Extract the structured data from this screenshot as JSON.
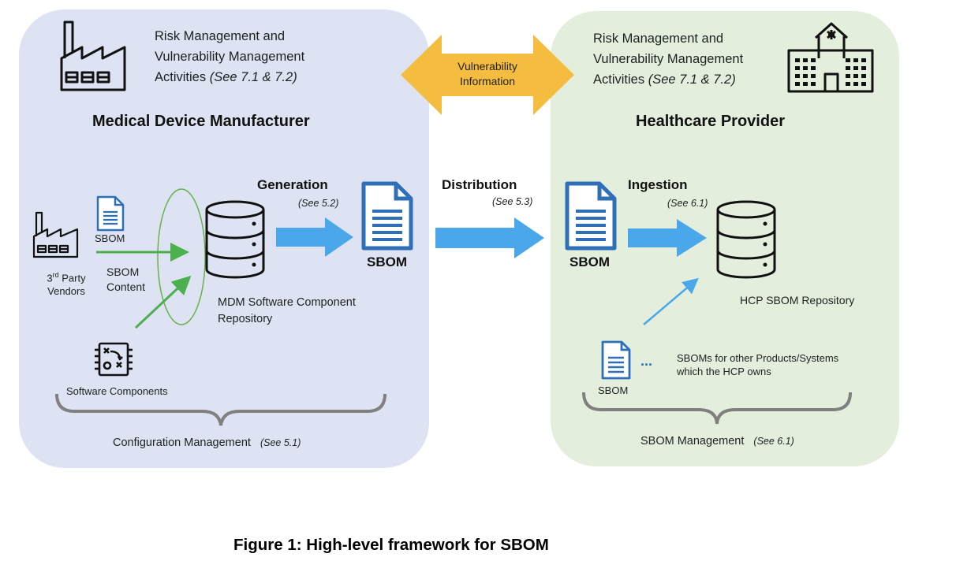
{
  "manufacturer": {
    "risk_line1": "Risk Management and",
    "risk_line2": "Vulnerability Management",
    "risk_line3": "Activities",
    "risk_ref": "(See 7.1 & 7.2)",
    "title": "Medical Device Manufacturer",
    "vendor_sbom_label": "SBOM",
    "vendors_sup": "rd",
    "vendors_label_pre": "3",
    "vendors_label_post": " Party",
    "vendors_label_line2": "Vendors",
    "sbom_content_line1": "SBOM",
    "sbom_content_line2": "Content",
    "software_components": "Software Components",
    "generation": "Generation",
    "generation_ref": "(See 5.2)",
    "repo_line1": "MDM Software Component",
    "repo_line2": "Repository",
    "sbom_doc_label": "SBOM",
    "config_mgmt": "Configuration Management",
    "config_ref": "(See 5.1)"
  },
  "exchange": {
    "vuln_line1": "Vulnerability",
    "vuln_line2": "Information",
    "distribution": "Distribution",
    "distribution_ref": "(See 5.3)"
  },
  "provider": {
    "risk_line1": "Risk Management and",
    "risk_line2": "Vulnerability Management",
    "risk_line3": "Activities",
    "risk_ref": "(See 7.1 & 7.2)",
    "title": "Healthcare Provider",
    "ingestion": "Ingestion",
    "ingestion_ref": "(See 6.1)",
    "sbom_doc_label": "SBOM",
    "repo_label": "HCP SBOM Repository",
    "other_sbom_label": "SBOM",
    "ellipsis": "...",
    "other_line1": "SBOMs for other Products/Systems",
    "other_line2": "which the HCP owns",
    "sbom_mgmt": "SBOM Management",
    "sbom_mgmt_ref": "(See 6.1)"
  },
  "caption": "Figure 1: High-level framework for SBOM",
  "colors": {
    "mdm_panel": "#dde3f2",
    "hcp_panel": "#e3efdc",
    "blue_arrow": "#4aa8ea",
    "doc_blue": "#2e6fb7",
    "green_arrow": "#4caf50",
    "orange_arrow": "#f5bd3f",
    "brace": "#808080"
  },
  "icons": [
    "factory-icon",
    "hospital-icon",
    "database-icon",
    "document-icon",
    "circuit-board-icon"
  ]
}
